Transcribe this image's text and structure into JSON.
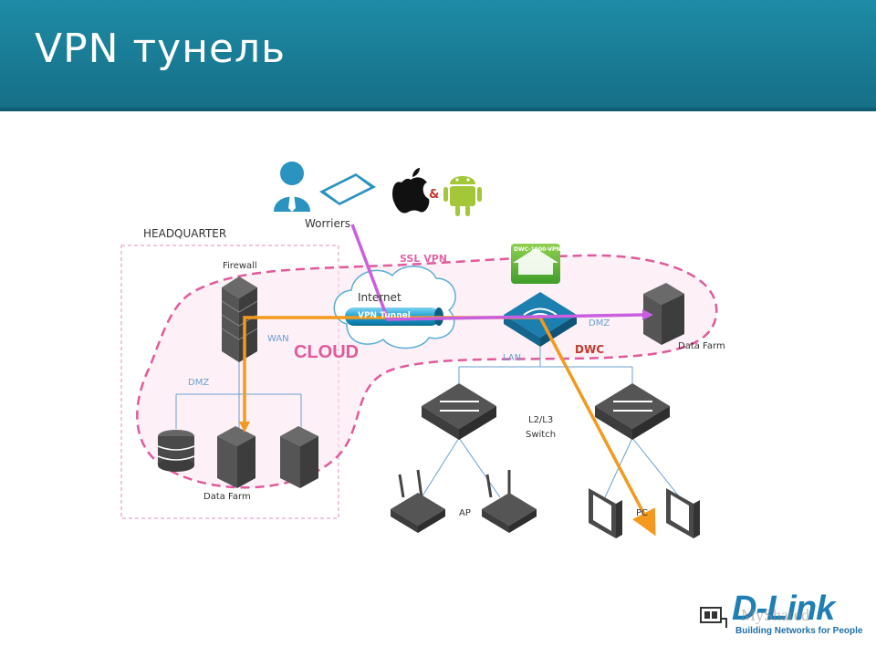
{
  "slide": {
    "title": "VPN тунель"
  },
  "labels": {
    "worriers": "Worriers",
    "ampersand": "&",
    "headquarter": "HEADQUARTER",
    "firewall": "Firewall",
    "ssl_vpn": "SSL VPN",
    "internet": "Internet",
    "vpn_tunnel": "VPN Tunnel",
    "dmz_right": "DMZ",
    "dwc": "DWC",
    "data_farm_right": "Data Farm",
    "wan": "WAN",
    "cloud": "CLOUD",
    "lan": "LAN",
    "dmz_left": "DMZ",
    "switch_line1": "L2/L3",
    "switch_line2": "Switch",
    "data_farm_left": "Data Farm",
    "ap": "AP",
    "pc": "PC",
    "dwc_device": "DWC-1000-VPN"
  },
  "logo": {
    "brand": "D-Link",
    "tagline": "Building Networks for People",
    "watermark": "MyShared"
  },
  "colors": {
    "title_bg": "#1e8ba6",
    "orange_path": "#f39a1e",
    "purple_path": "#c95fe0",
    "cloud_border": "#e05a9c",
    "device_dark": "#4a4a4a",
    "brand_blue": "#1f7fb4"
  }
}
